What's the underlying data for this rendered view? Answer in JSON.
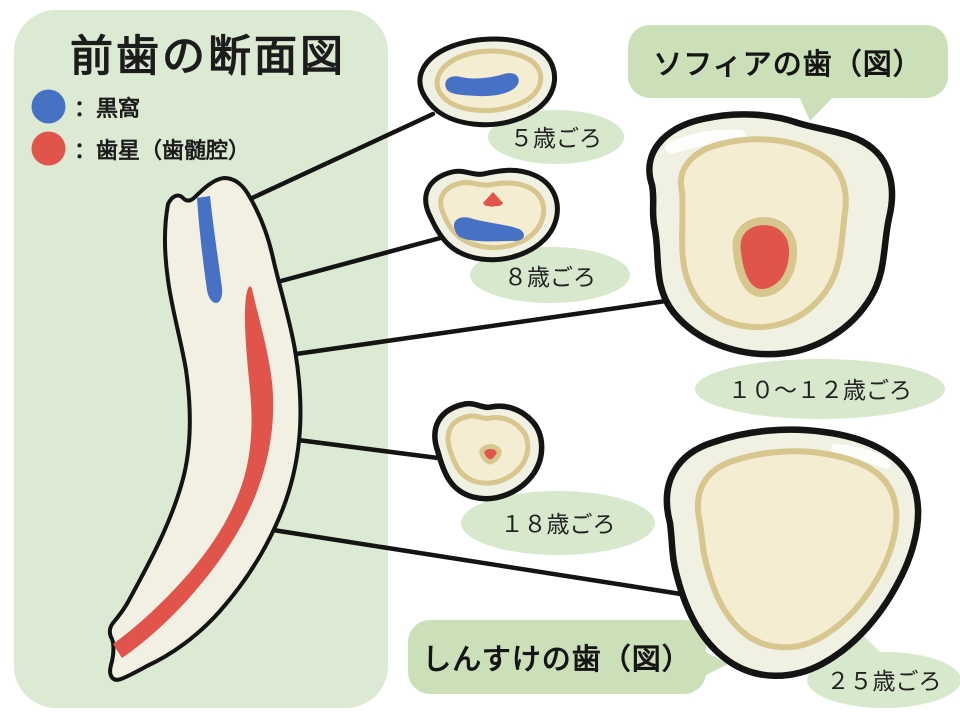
{
  "panel": {
    "title": "前歯の断面図"
  },
  "legend": {
    "items": [
      {
        "label": "：黒窩",
        "color": "#4671c5"
      },
      {
        "label": "：歯星（歯髄腔）",
        "color": "#e0544b"
      }
    ]
  },
  "bubbles": {
    "sofia": "ソフィアの歯（図）",
    "shinsuke": "しんすけの歯（図）"
  },
  "stages": [
    {
      "label": "５歳ごろ"
    },
    {
      "label": "８歳ごろ"
    },
    {
      "label": "１０～１２歳ごろ"
    },
    {
      "label": "１８歳ごろ"
    },
    {
      "label": "２５歳ごろ"
    }
  ],
  "colors": {
    "blue": "#4671c5",
    "red": "#e0544b",
    "panel_green": "#dcead3",
    "label_green": "#d7e8cc",
    "bubble_green": "#cbe0b8",
    "tooth_cream": "#f1f0e2",
    "section_outer": "#f0f1e2",
    "section_inner": "#f4edd2",
    "tan_ring": "#d8c68f",
    "outline": "#1a1a1a"
  }
}
